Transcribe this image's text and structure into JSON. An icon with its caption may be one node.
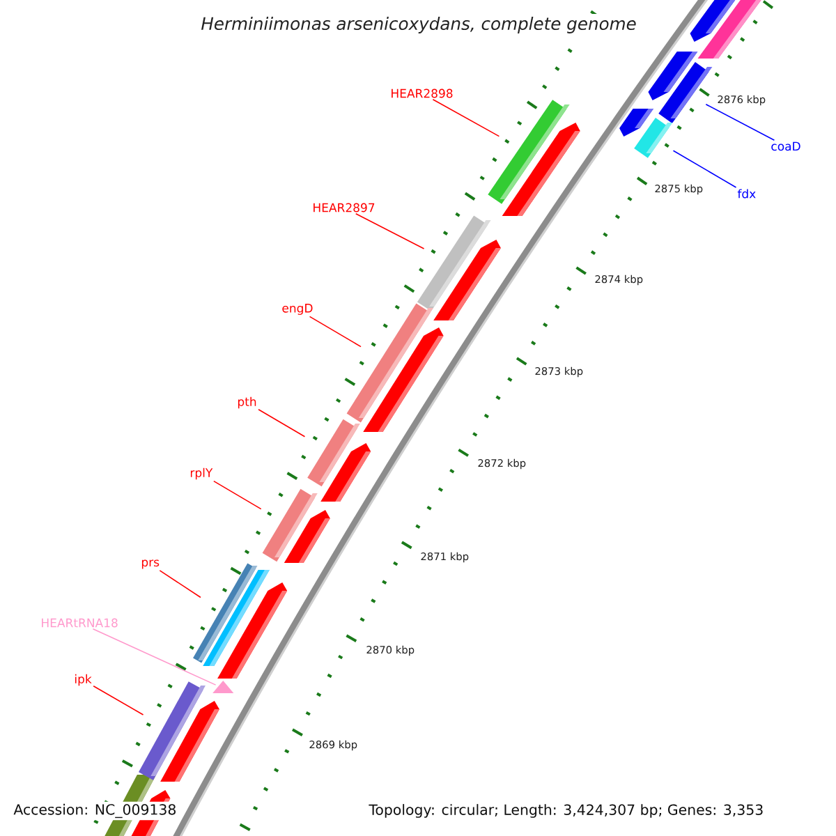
{
  "diagram": {
    "title": "Herminiimonas arsenicoxydans, complete genome",
    "nodes": [
      {
        "text": [
          "HEAR2898"
        ]
      },
      {
        "text": [
          "coaD"
        ]
      },
      {
        "text": [
          "fdx"
        ]
      },
      {
        "text": [
          "HEAR2897"
        ]
      },
      {
        "text": [
          "engD"
        ]
      },
      {
        "text": [
          "pth"
        ]
      },
      {
        "text": [
          "rplY"
        ]
      },
      {
        "text": [
          "prs"
        ]
      },
      {
        "text": [
          "HEARtRNA18"
        ]
      },
      {
        "text": [
          "ipk"
        ]
      },
      {
        "text": [],
        "shape": "bar"
      },
      {
        "text": [],
        "shape": "bar"
      },
      {
        "text": [],
        "shape": "bar"
      },
      {
        "text": [],
        "shape": "bar"
      },
      {
        "text": [],
        "shape": "bar"
      },
      {
        "text": [],
        "shape": "bar"
      },
      {
        "text": [],
        "shape": "bar"
      },
      {
        "text": [],
        "shape": "bar"
      },
      {
        "text": [],
        "shape": "triangle"
      },
      {
        "text": [],
        "shape": "bar"
      }
    ],
    "edges": [
      {
        "from": 0,
        "to": 11,
        "arrow": "none"
      },
      {
        "from": 1,
        "to": 10,
        "arrow": "none",
        "color": "#0000ff"
      },
      {
        "from": 2,
        "to": 12,
        "arrow": "none",
        "color": "#0000ff"
      },
      {
        "from": 3,
        "to": 13,
        "arrow": "none"
      },
      {
        "from": 4,
        "to": 14,
        "arrow": "none"
      },
      {
        "from": 5,
        "to": 15,
        "arrow": "none"
      },
      {
        "from": 6,
        "to": 16,
        "arrow": "none"
      },
      {
        "from": 7,
        "to": 17,
        "arrow": "none"
      },
      {
        "from": 8,
        "to": 18,
        "arrow": "none",
        "color": "#ff99cc"
      },
      {
        "from": 9,
        "to": 19,
        "arrow": "none"
      }
    ],
    "labels": [
      "2876 kbp",
      "2875 kbp",
      "2874 kbp",
      "2873 kbp",
      "2872 kbp",
      "2871 kbp",
      "2870 kbp",
      "2869 kbp",
      "Accession: NC_009138",
      "Topology: circular; Length: 3,424,307 bp; Genes: 3,353"
    ]
  }
}
